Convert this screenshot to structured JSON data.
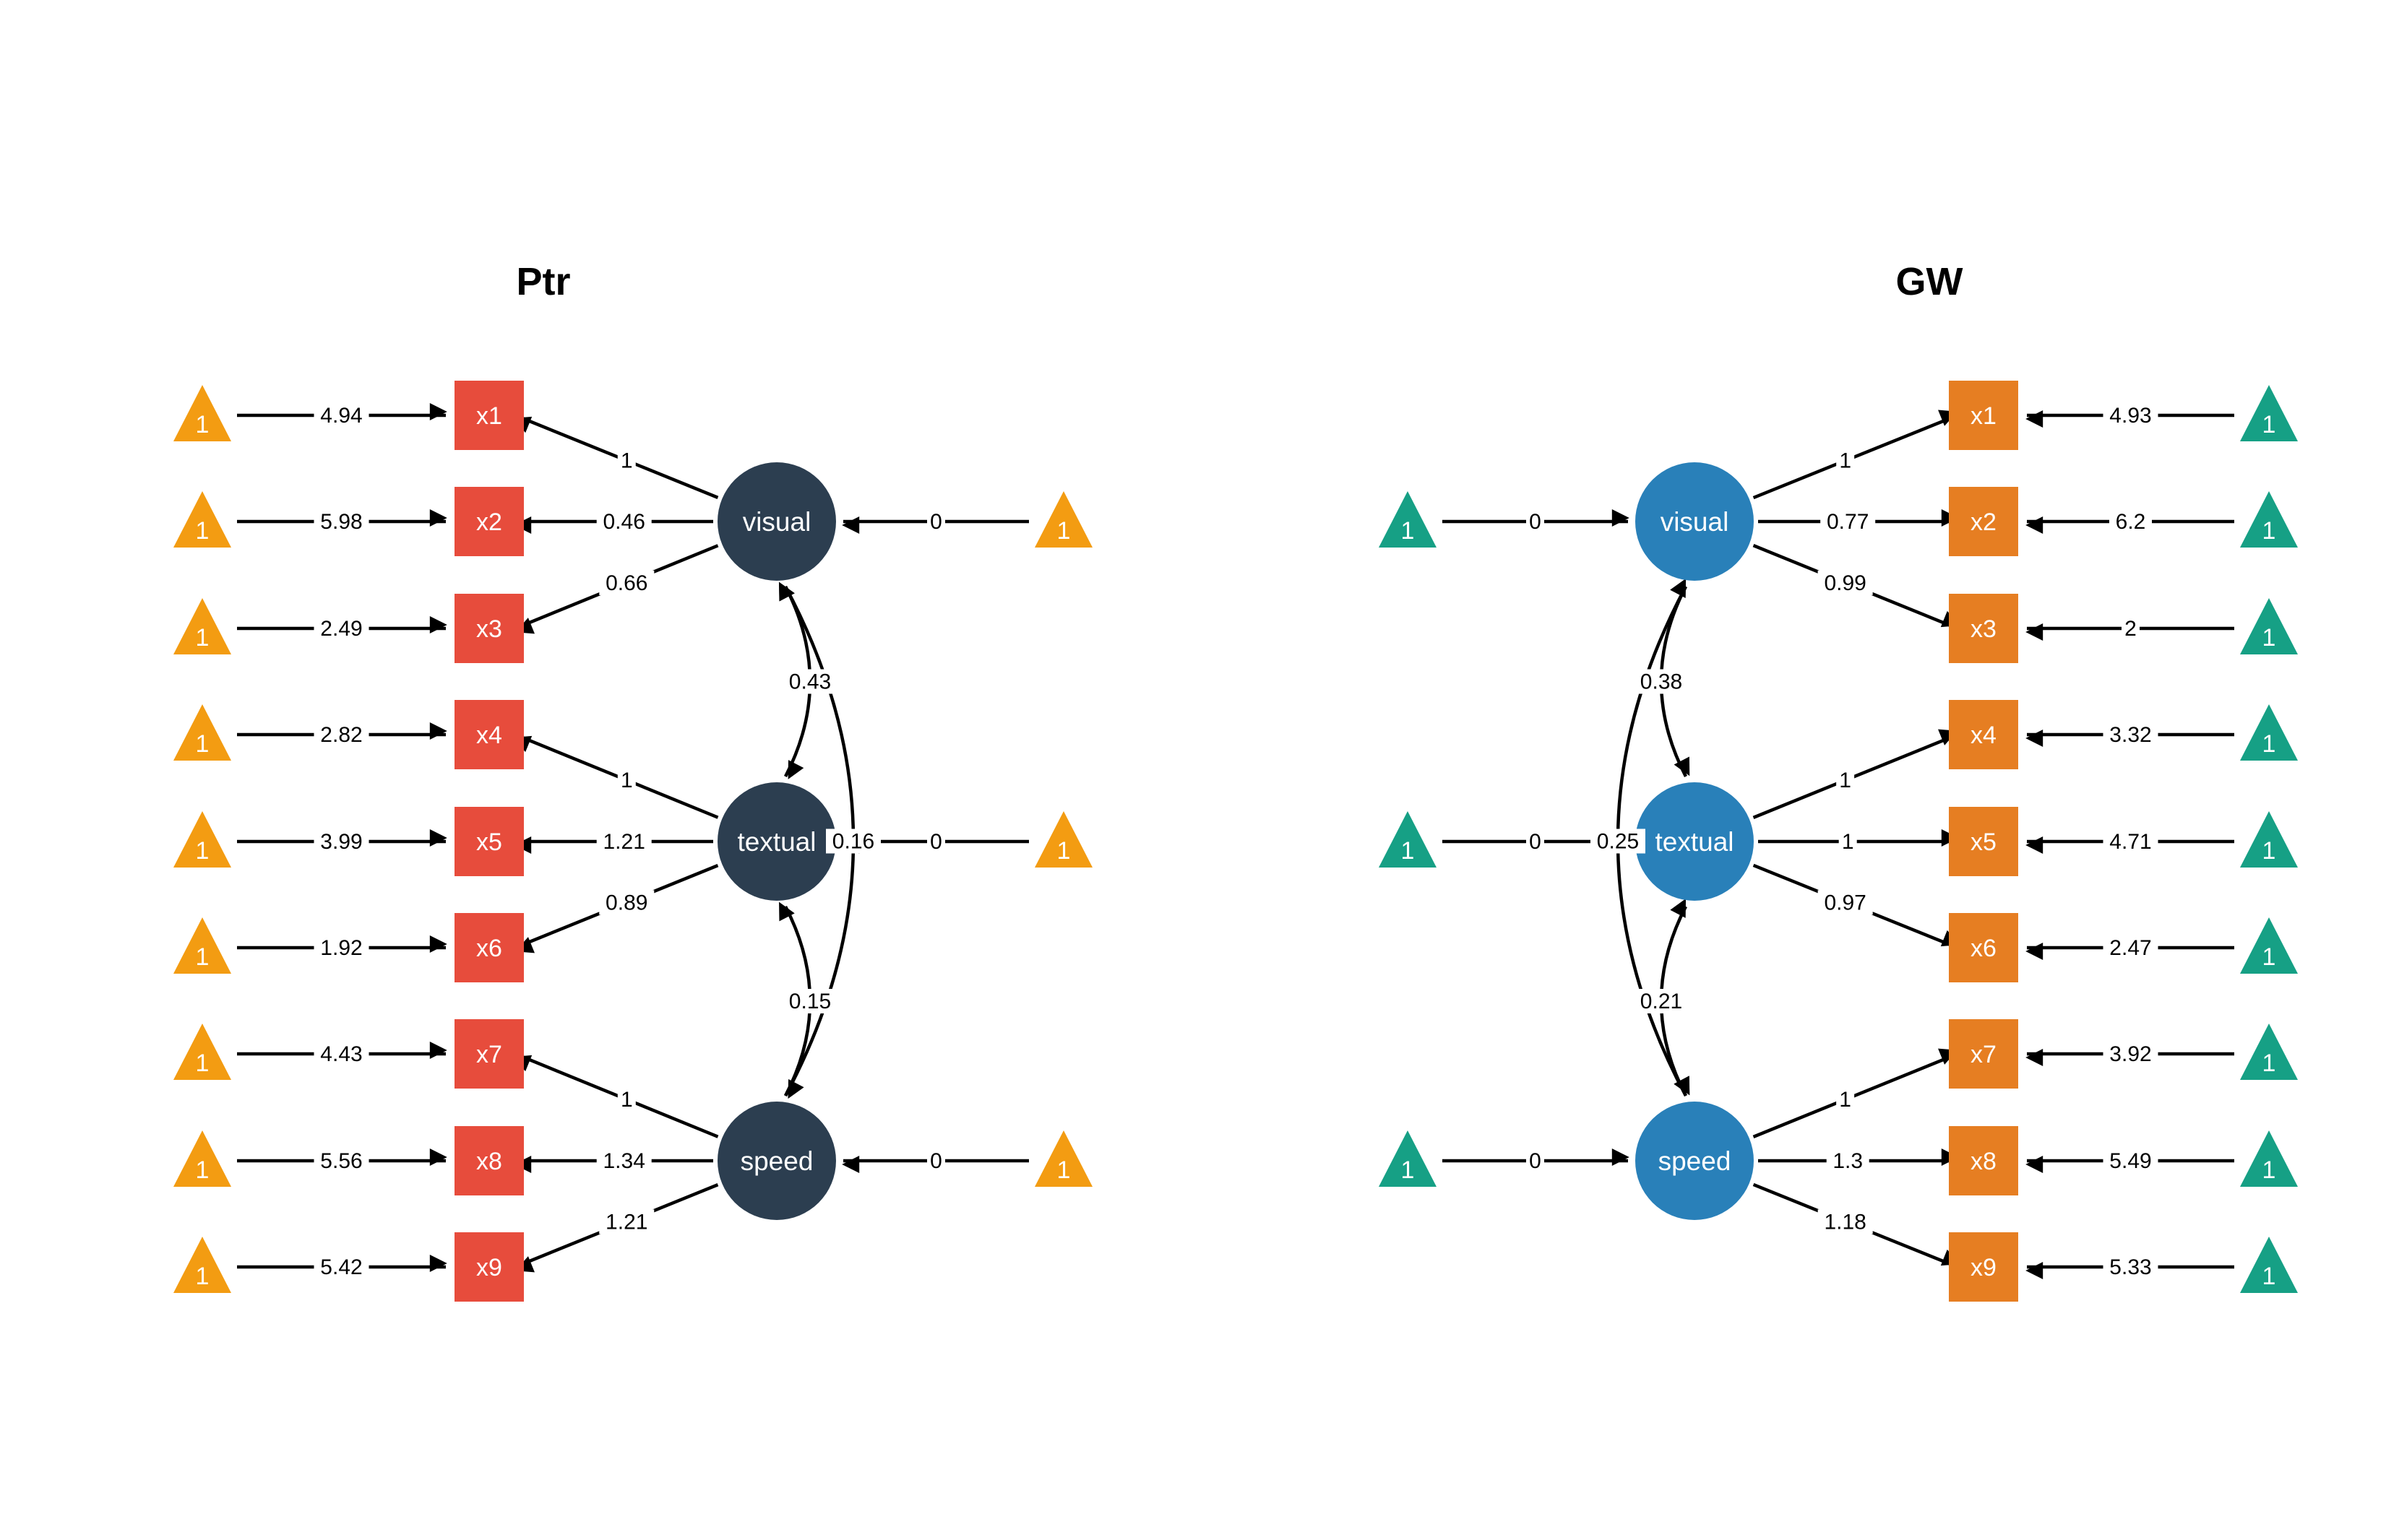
{
  "colors": {
    "background": "#ffffff",
    "edge": "#000000",
    "ptr_latent": "#2c3e50",
    "ptr_observed": "#e74c3c",
    "ptr_intercept": "#f39c12",
    "gw_latent": "#2980b9",
    "gw_observed": "#e67e22",
    "gw_intercept": "#16a085",
    "node_text": "#ffffff"
  },
  "intercept_symbol": "1",
  "panels": [
    {
      "id": "ptr",
      "title": "Ptr",
      "latents": [
        {
          "id": "visual",
          "label": "visual"
        },
        {
          "id": "textual",
          "label": "textual"
        },
        {
          "id": "speed",
          "label": "speed"
        }
      ],
      "observed": [
        {
          "id": "x1",
          "label": "x1",
          "intercept": "4.94",
          "factor": "visual",
          "loading": "1"
        },
        {
          "id": "x2",
          "label": "x2",
          "intercept": "5.98",
          "factor": "visual",
          "loading": "0.46"
        },
        {
          "id": "x3",
          "label": "x3",
          "intercept": "2.49",
          "factor": "visual",
          "loading": "0.66"
        },
        {
          "id": "x4",
          "label": "x4",
          "intercept": "2.82",
          "factor": "textual",
          "loading": "1"
        },
        {
          "id": "x5",
          "label": "x5",
          "intercept": "3.99",
          "factor": "textual",
          "loading": "1.21"
        },
        {
          "id": "x6",
          "label": "x6",
          "intercept": "1.92",
          "factor": "textual",
          "loading": "0.89"
        },
        {
          "id": "x7",
          "label": "x7",
          "intercept": "4.43",
          "factor": "speed",
          "loading": "1"
        },
        {
          "id": "x8",
          "label": "x8",
          "intercept": "5.56",
          "factor": "speed",
          "loading": "1.34"
        },
        {
          "id": "x9",
          "label": "x9",
          "intercept": "5.42",
          "factor": "speed",
          "loading": "1.21"
        }
      ],
      "latent_means": {
        "visual": "0",
        "textual": "0",
        "speed": "0"
      },
      "covariances": [
        {
          "from": "visual",
          "to": "textual",
          "value": "0.43"
        },
        {
          "from": "textual",
          "to": "speed",
          "value": "0.15"
        },
        {
          "from": "visual",
          "to": "speed",
          "value": "0.16"
        }
      ]
    },
    {
      "id": "gw",
      "title": "GW",
      "latents": [
        {
          "id": "visual",
          "label": "visual"
        },
        {
          "id": "textual",
          "label": "textual"
        },
        {
          "id": "speed",
          "label": "speed"
        }
      ],
      "observed": [
        {
          "id": "x1",
          "label": "x1",
          "intercept": "4.93",
          "factor": "visual",
          "loading": "1"
        },
        {
          "id": "x2",
          "label": "x2",
          "intercept": "6.2",
          "factor": "visual",
          "loading": "0.77"
        },
        {
          "id": "x3",
          "label": "x3",
          "intercept": "2",
          "factor": "visual",
          "loading": "0.99"
        },
        {
          "id": "x4",
          "label": "x4",
          "intercept": "3.32",
          "factor": "textual",
          "loading": "1"
        },
        {
          "id": "x5",
          "label": "x5",
          "intercept": "4.71",
          "factor": "textual",
          "loading": "1"
        },
        {
          "id": "x6",
          "label": "x6",
          "intercept": "2.47",
          "factor": "textual",
          "loading": "0.97"
        },
        {
          "id": "x7",
          "label": "x7",
          "intercept": "3.92",
          "factor": "speed",
          "loading": "1"
        },
        {
          "id": "x8",
          "label": "x8",
          "intercept": "5.49",
          "factor": "speed",
          "loading": "1.3"
        },
        {
          "id": "x9",
          "label": "x9",
          "intercept": "5.33",
          "factor": "speed",
          "loading": "1.18"
        }
      ],
      "latent_means": {
        "visual": "0",
        "textual": "0",
        "speed": "0"
      },
      "covariances": [
        {
          "from": "visual",
          "to": "textual",
          "value": "0.38"
        },
        {
          "from": "textual",
          "to": "speed",
          "value": "0.21"
        },
        {
          "from": "visual",
          "to": "speed",
          "value": "0.25"
        }
      ]
    }
  ]
}
